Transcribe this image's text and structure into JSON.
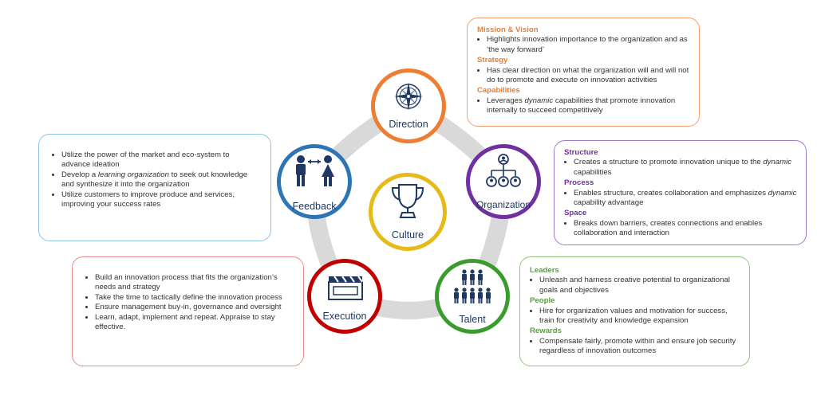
{
  "circles": {
    "direction": "Direction",
    "feedback": "Feedback",
    "organization": "Organization",
    "execution": "Execution",
    "talent": "Talent",
    "culture": "Culture"
  },
  "direction_box": {
    "mission_title": "Mission & Vision",
    "mission_bullets": [
      "Highlights innovation importance to the organization and as ‘the way forward’"
    ],
    "strategy_title": "Strategy",
    "strategy_bullets": [
      "Has clear direction on what the organization will and will not do to promote and execute on innovation activities"
    ],
    "capabilities_title": "Capabilities",
    "capabilities_bullet_pre": "Leverages ",
    "capabilities_bullet_em": "dynamic",
    "capabilities_bullet_post": " capabilities that promote innovation internally to succeed competitively"
  },
  "organization_box": {
    "structure_title": "Structure",
    "structure_pre": "Creates a structure to promote innovation unique to the ",
    "structure_em": "dynamic",
    "structure_post": " capabilities",
    "process_title": "Process",
    "process_pre": "Enables structure, creates collaboration and emphasizes ",
    "process_em": "dynamic",
    "process_post": " capability advantage",
    "space_title": "Space",
    "space_bullet": "Breaks down barriers, creates connections and enables collaboration and interaction"
  },
  "talent_box": {
    "leaders_title": "Leaders",
    "leaders_bullet": "Unleash and harness creative potential to organizational goals and objectives",
    "people_title": "People",
    "people_bullet": "Hire for organization values and motivation for success, train for creativity and knowledge expansion",
    "rewards_title": "Rewards",
    "rewards_bullet": "Compensate fairly, promote within and ensure job security regardless of innovation outcomes"
  },
  "feedback_box": {
    "bullet1": "Utilize the power of the market and eco-system to advance ideation",
    "bullet2_pre": "Develop a ",
    "bullet2_em": "learning organization",
    "bullet2_post": " to seek out knowledge and synthesize it into the organization",
    "bullet3": "Utilize customers to improve produce and services, improving your success rates"
  },
  "execution_box": {
    "bullets": [
      "Build an innovation process that fits the organization’s needs and strategy",
      "Take the time to tactically define the innovation process",
      "Ensure management buy-in, governance and oversight",
      "Learn, adapt, implement and repeat. Appraise to stay effective."
    ]
  },
  "icons": {
    "direction": "compass-icon",
    "feedback": "people-exchange-icon",
    "organization": "org-chart-icon",
    "execution": "clapperboard-icon",
    "talent": "team-icon",
    "culture": "trophy-icon"
  },
  "colors": {
    "direction": "#ed7d31",
    "feedback": "#2e75b6",
    "organization": "#7030a0",
    "execution": "#c00000",
    "talent": "#3a9c2e",
    "culture": "#e6bb18",
    "icon": "#1f3864",
    "ring": "#d9d9d9"
  }
}
